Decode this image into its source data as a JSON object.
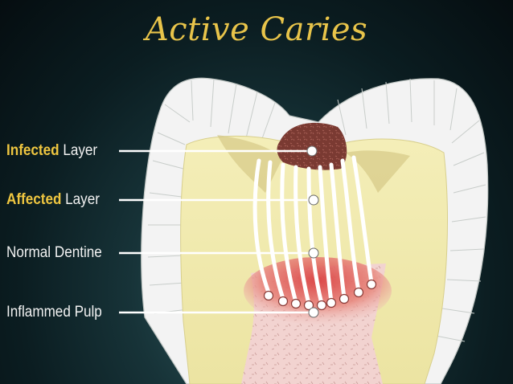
{
  "slide": {
    "title": "Active Caries"
  },
  "labels": [
    {
      "highlight": "Infected",
      "rest": " Layer"
    },
    {
      "highlight": "Affected",
      "rest": " Layer"
    },
    {
      "highlight": "",
      "rest": "Normal Dentine"
    },
    {
      "highlight": "",
      "rest": "Inflammed Pulp"
    }
  ],
  "colors": {
    "title": "#e8c44a",
    "highlight_text": "#efc640",
    "enamel": "#f3f3f3",
    "dentine": "#f1ebb0",
    "infected": "#7a3a32",
    "pulp": "#f2d3d0",
    "inflamed": "#d93a3a"
  }
}
